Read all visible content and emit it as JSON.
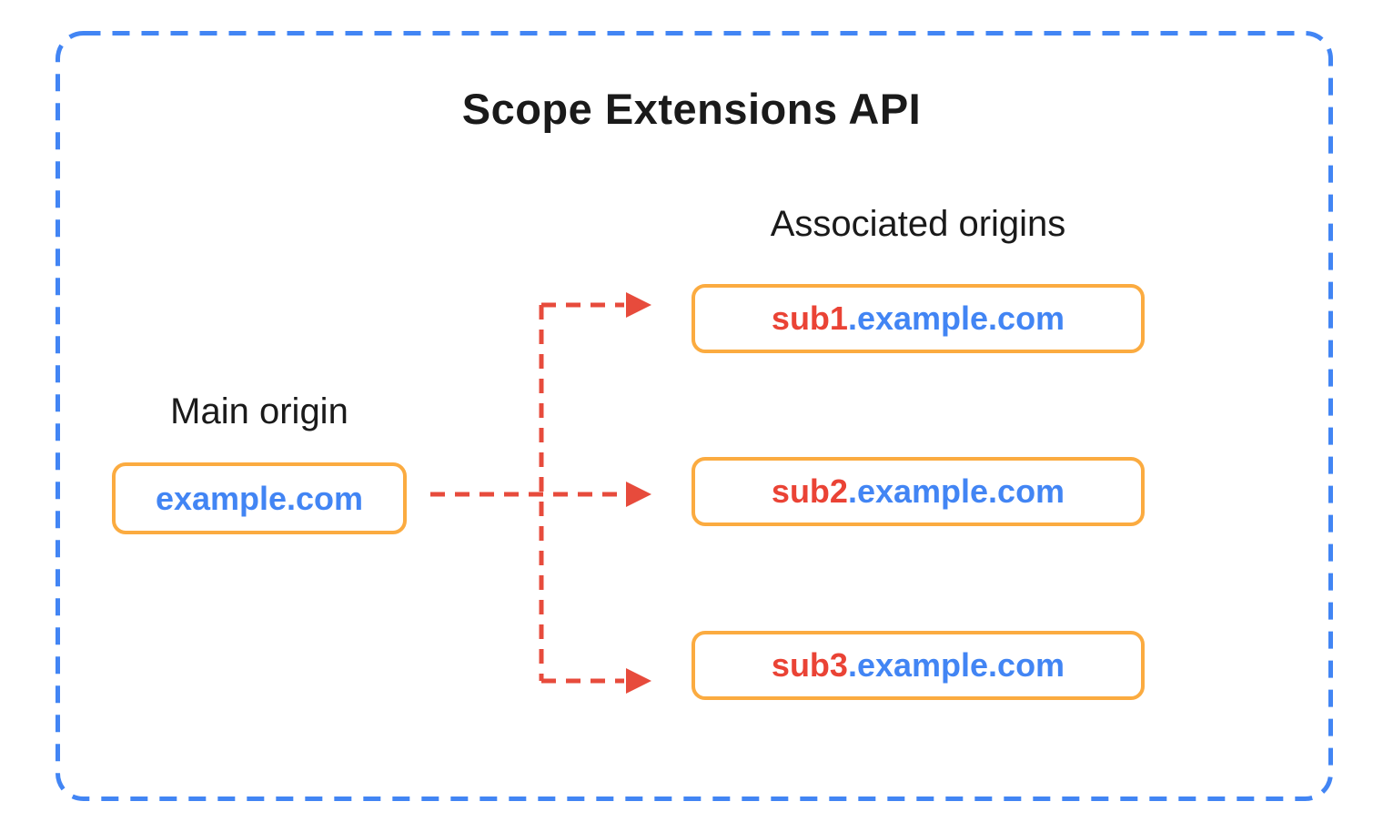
{
  "diagram": {
    "title": "Scope Extensions API",
    "main_origin": {
      "label": "Main origin",
      "origin": "example.com"
    },
    "associated_origins": {
      "label": "Associated origins",
      "items": [
        {
          "subdomain": "sub1",
          "domain": ".example.com"
        },
        {
          "subdomain": "sub2",
          "domain": ".example.com"
        },
        {
          "subdomain": "sub3",
          "domain": ".example.com"
        }
      ]
    },
    "colors": {
      "background": "#FFFFFF",
      "border_blue": "#4285F4",
      "box_orange": "#FBAB40",
      "text_blue": "#4285F4",
      "text_red": "#EA4335",
      "connector_red": "#E74B3C",
      "heading_color": "#1A1A1A"
    }
  }
}
